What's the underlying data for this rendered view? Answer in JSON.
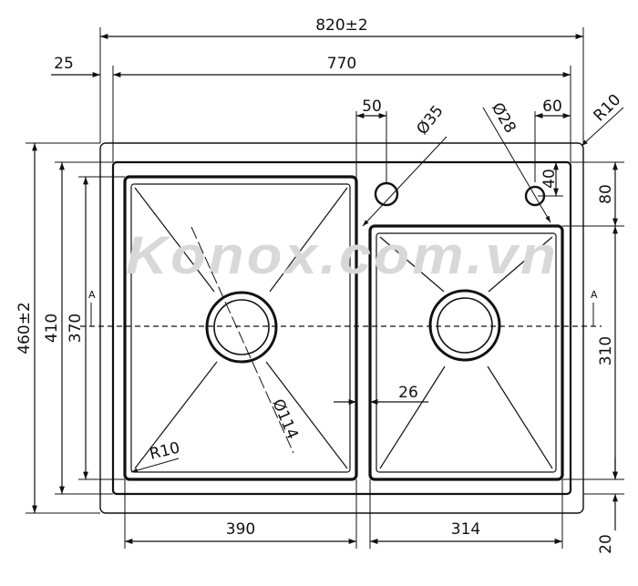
{
  "watermark": "Konox.com.vn",
  "section_marker": "A",
  "dimensions": {
    "overall_width": "820±2",
    "inner_width": "770",
    "flange_offset": "25",
    "hole1_offset": "50",
    "hole1_diameter": "Ø35",
    "hole2_diameter": "Ø28",
    "hole2_offset": "60",
    "corner_radius_outer": "R10",
    "hole2_vertical": "40",
    "right_top_offset": "80",
    "overall_height": "460±2",
    "inner_height": "410",
    "large_bowl_height": "370",
    "small_bowl_height": "310",
    "divider_gap": "26",
    "drain_diameter": "Ø114",
    "corner_radius_inner": "R10",
    "large_bowl_width": "390",
    "small_bowl_width": "314",
    "bottom_offset": "20"
  }
}
